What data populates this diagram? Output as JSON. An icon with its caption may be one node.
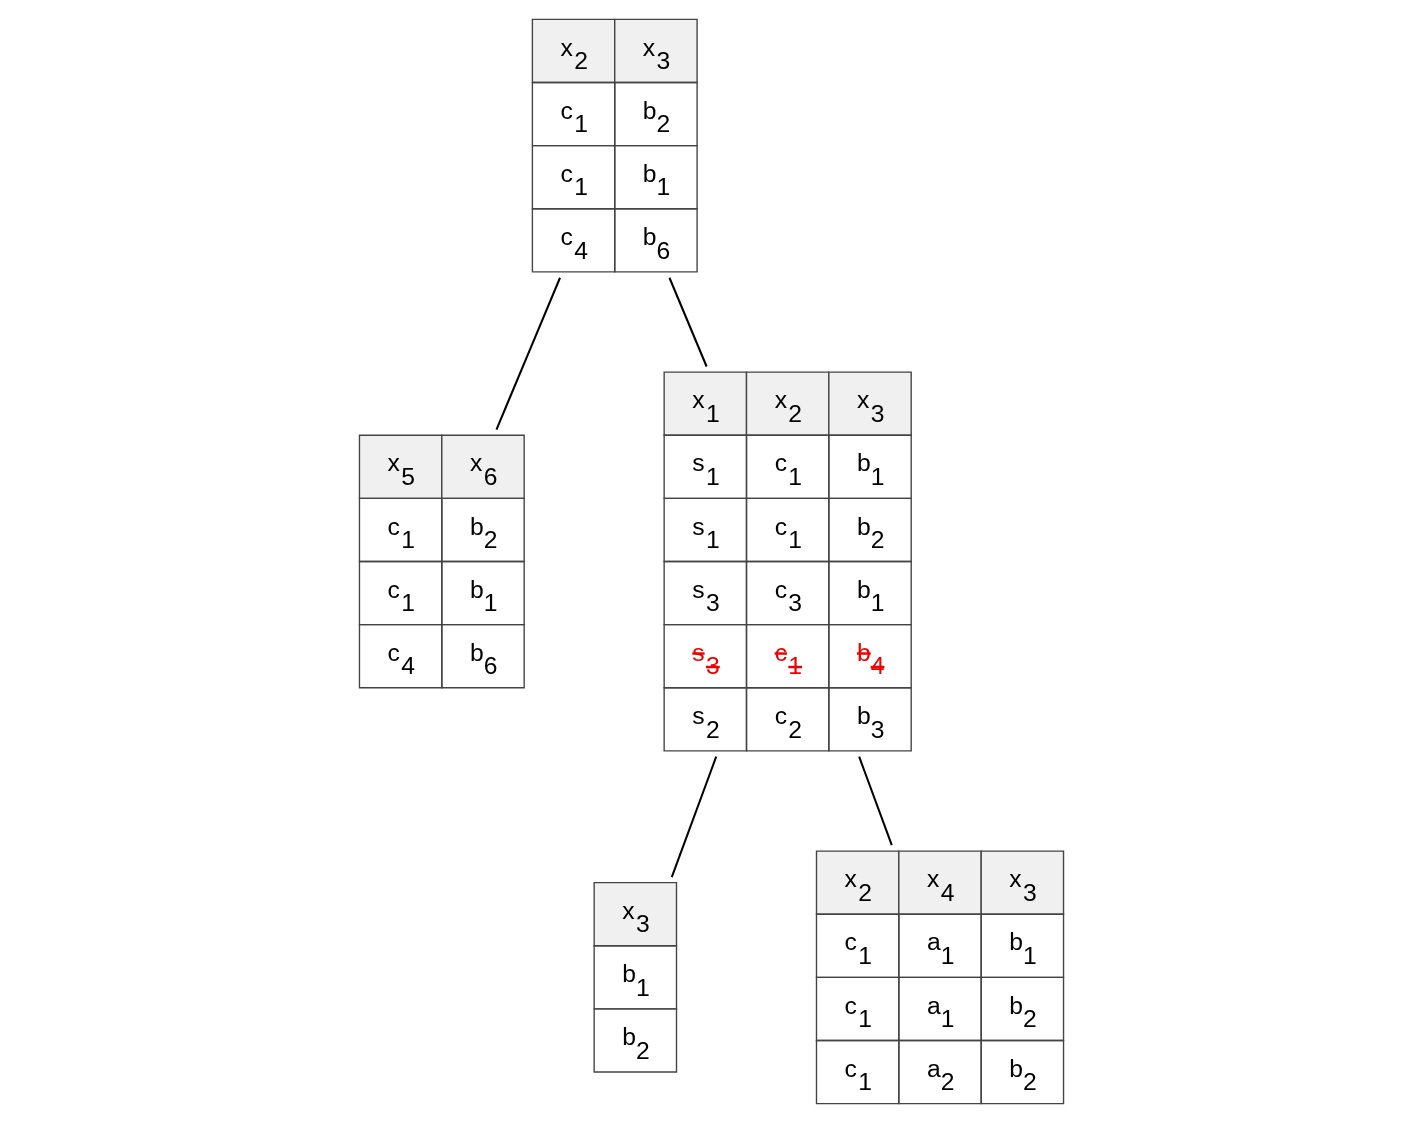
{
  "diagram": {
    "nodes": [
      {
        "text": [
          "x$_{2}$",
          "x$_{3}$",
          "c$_{1}$",
          "b$_{2}$",
          "c$_{1}$",
          "b$_{1}$",
          "c$_{4}$",
          "b$_{6}$"
        ]
      },
      {
        "text": [
          "x$_{5}$",
          "x$_{6}$",
          "c$_{1}$",
          "b$_{2}$",
          "c$_{1}$",
          "b$_{1}$",
          "c$_{4}$",
          "b$_{6}$"
        ]
      },
      {
        "text": [
          "x$_{1}$",
          "x$_{2}$",
          "x$_{3}$",
          "s$_{1}$",
          "c$_{1}$",
          "b$_{1}$",
          "s$_{1}$",
          "c$_{1}$",
          "b$_{2}$",
          "s$_{3}$",
          "c$_{3}$",
          "b$_{1}$",
          "s$_{3}$",
          "c$_{1}$",
          "b$_{4}$",
          "s$_{2}$",
          "c$_{2}$",
          "b$_{3}$"
        ]
      },
      {
        "text": [
          "x$_{3}$",
          "b$_{1}$",
          "b$_{2}$"
        ]
      },
      {
        "text": [
          "x$_{2}$",
          "x$_{4}$",
          "x$_{3}$",
          "c$_{1}$",
          "a$_{1}$",
          "b$_{1}$",
          "c$_{1}$",
          "a$_{1}$",
          "b$_{2}$",
          "c$_{1}$",
          "a$_{2}$",
          "b$_{2}$"
        ]
      }
    ],
    "edges": [
      {
        "from": 0,
        "to": 1,
        "arrow": "none"
      },
      {
        "from": 0,
        "to": 2,
        "arrow": "none"
      },
      {
        "from": 2,
        "to": 3,
        "arrow": "none"
      },
      {
        "from": 2,
        "to": 4,
        "arrow": "none"
      }
    ]
  }
}
